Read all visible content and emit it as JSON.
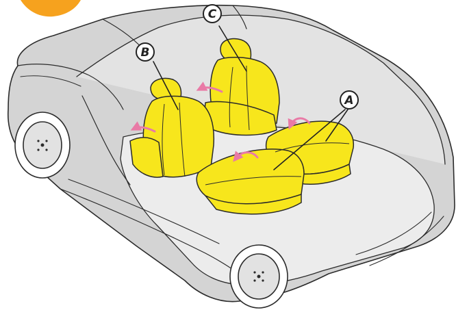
{
  "callouts": {
    "a": "A",
    "b": "B",
    "c": "C"
  },
  "colors": {
    "seat": "#f7e61c",
    "seat_outline": "#2a2a2a",
    "car_body": "#d4d4d4",
    "car_outline": "#2b2b2b",
    "arrow": "#e97aa6",
    "corner_badge": "#f6a21e",
    "background": "#ffffff"
  },
  "icons": {
    "seat_fold_arrow": "fold-arrow-icon"
  }
}
